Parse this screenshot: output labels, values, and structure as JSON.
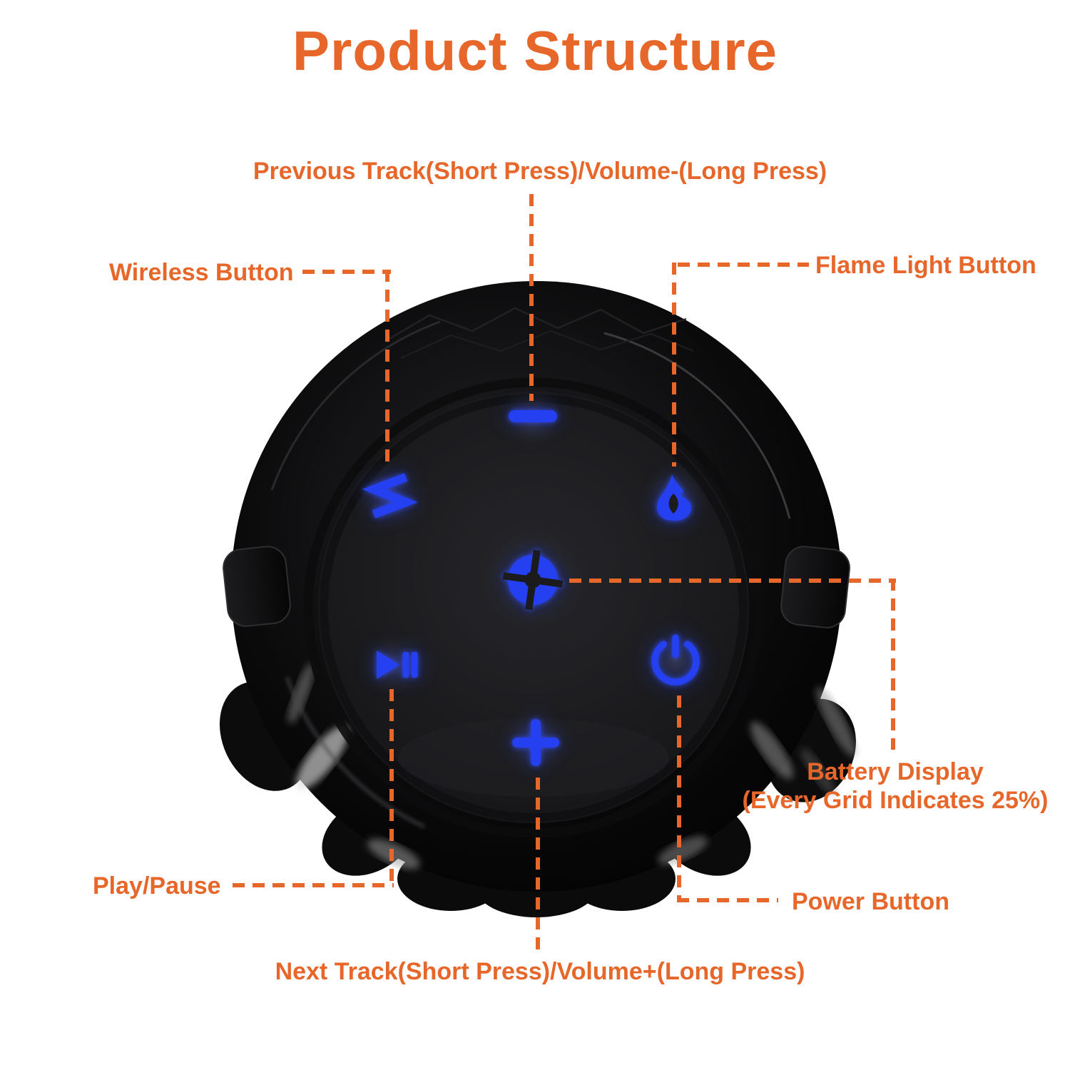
{
  "title": "Product Structure",
  "colors": {
    "accent_orange": "#e7672a",
    "button_blue": "#2540f0",
    "device_body": "#0a0a0b",
    "device_panel": "#1d1d20"
  },
  "labels": {
    "previous_track": "Previous Track(Short Press)/Volume-(Long Press)",
    "wireless": "Wireless Button",
    "flame": "Flame Light Button",
    "battery_line1": "Battery Display",
    "battery_line2": "(Every Grid Indicates 25%)",
    "play_pause": "Play/Pause",
    "power": "Power Button",
    "next_track": "Next Track(Short Press)/Volume+(Long Press)"
  },
  "device": {
    "name": "speaker top view",
    "buttons": [
      {
        "id": "volume-down",
        "icon": "minus-icon"
      },
      {
        "id": "wireless",
        "icon": "wireless-zigzag-icon"
      },
      {
        "id": "flame-light",
        "icon": "flame-icon"
      },
      {
        "id": "battery-display",
        "icon": "quad-circle-icon"
      },
      {
        "id": "play-pause",
        "icon": "play-pause-icon"
      },
      {
        "id": "power",
        "icon": "power-icon"
      },
      {
        "id": "volume-up",
        "icon": "plus-icon"
      }
    ]
  }
}
